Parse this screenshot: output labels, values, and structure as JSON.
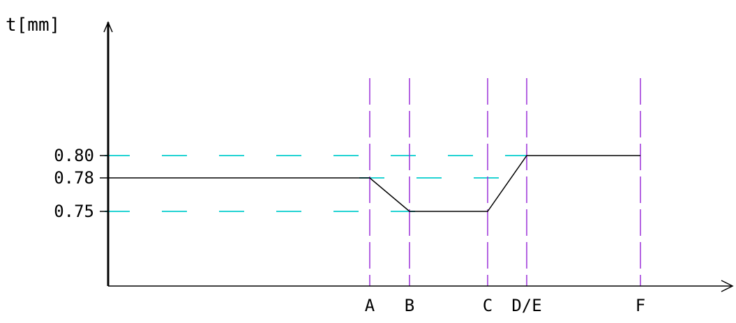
{
  "chart_data": {
    "type": "line",
    "ylabel": "t[mm]",
    "xlabel": "",
    "title": "",
    "grid": false,
    "y_ticks": [
      "0.80",
      "0.78",
      "0.75"
    ],
    "y_tick_values": [
      0.8,
      0.78,
      0.75
    ],
    "x_markers": [
      "A",
      "B",
      "C",
      "D/E",
      "F"
    ],
    "series": [
      {
        "points": [
          {
            "x": "start",
            "y": 0.78
          },
          {
            "x": "A",
            "y": 0.78
          },
          {
            "x": "B",
            "y": 0.75
          },
          {
            "x": "C",
            "y": 0.75
          },
          {
            "x": "D/E",
            "y": 0.8
          },
          {
            "x": "F",
            "y": 0.8
          }
        ]
      }
    ],
    "colors": {
      "curve": "#000000",
      "axes": "#000000",
      "marker_lines": "#9b30d8",
      "reference_lines": "#22d3d3"
    }
  }
}
